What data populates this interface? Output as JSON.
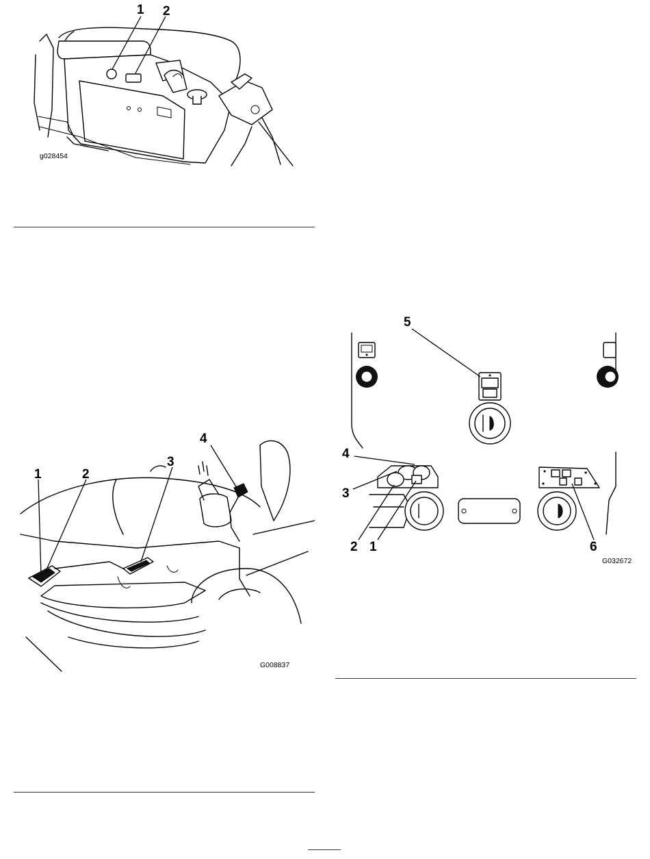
{
  "figures": [
    {
      "id": "g028454",
      "callouts": [
        "1",
        "2"
      ]
    },
    {
      "id": "G008837",
      "callouts": [
        "1",
        "2",
        "3",
        "4"
      ]
    },
    {
      "id": "G032672",
      "callouts": [
        "1",
        "2",
        "3",
        "4",
        "5",
        "6"
      ]
    }
  ]
}
